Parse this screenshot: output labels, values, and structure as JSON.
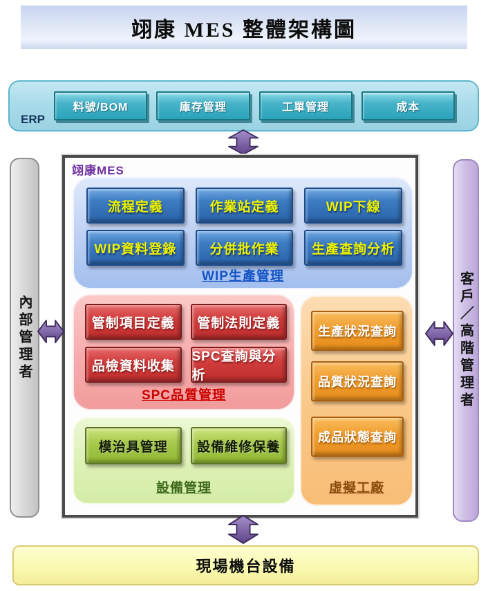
{
  "title": "翊康 MES 整體架構圖",
  "erp": {
    "label": "ERP",
    "boxes": [
      "料號/BOM",
      "庫存管理",
      "工單管理",
      "成本"
    ]
  },
  "mes": {
    "label": "翊康MES",
    "wip": {
      "label": "WIP生產管理",
      "boxes": [
        "流程定義",
        "作業站定義",
        "WIP下線",
        "WIP資料登錄",
        "分併批作業",
        "生產查詢分析"
      ]
    },
    "spc": {
      "label": "SPC品質管理",
      "boxes": [
        "管制項目定義",
        "管制法則定義",
        "品檢資料收集",
        "SPC查詢與分析"
      ]
    },
    "equipment": {
      "label": "設備管理",
      "boxes": [
        "模治具管理",
        "設備維修保養"
      ]
    },
    "virtual_factory": {
      "label": "虛擬工廠",
      "boxes": [
        "生產狀況查詢",
        "品質狀況查詢",
        "成品狀態查詢"
      ]
    }
  },
  "left_sidebar": {
    "label": "內部管理者"
  },
  "right_sidebar": {
    "label": "客戶／高階管理者"
  },
  "bottom_bar": {
    "label": "現場機台設備"
  },
  "icons": {
    "top_arrow": "updown-double-arrow",
    "bottom_arrow": "updown-double-arrow",
    "left_arrow": "leftright-double-arrow",
    "right_arrow": "leftright-double-arrow"
  },
  "colors": {
    "title_banner": "#cfdcf2",
    "erp_band": "#a9dcea",
    "erp_box": "#2aa2bb",
    "mes_border": "#4a4a4a",
    "mes_label": "#7030a0",
    "wip_section": "#bccff3",
    "wip_box": "#2f6cb3",
    "wip_box_text": "#ecf201",
    "wip_label": "#1353c4",
    "spc_section": "#f7abab",
    "spc_box": "#c93535",
    "spc_label": "#cc0000",
    "equipment_section": "#ddf0b5",
    "equipment_box": "#9cc040",
    "equipment_label": "#3e691b",
    "vf_section": "#fac787",
    "vf_box": "#ee9a2b",
    "vf_label": "#8a4a0d",
    "left_sidebar": "#d9d9d9",
    "right_sidebar": "#cfc0e6",
    "bottom_bar": "#fafab0",
    "arrow": "#7c62a8"
  }
}
